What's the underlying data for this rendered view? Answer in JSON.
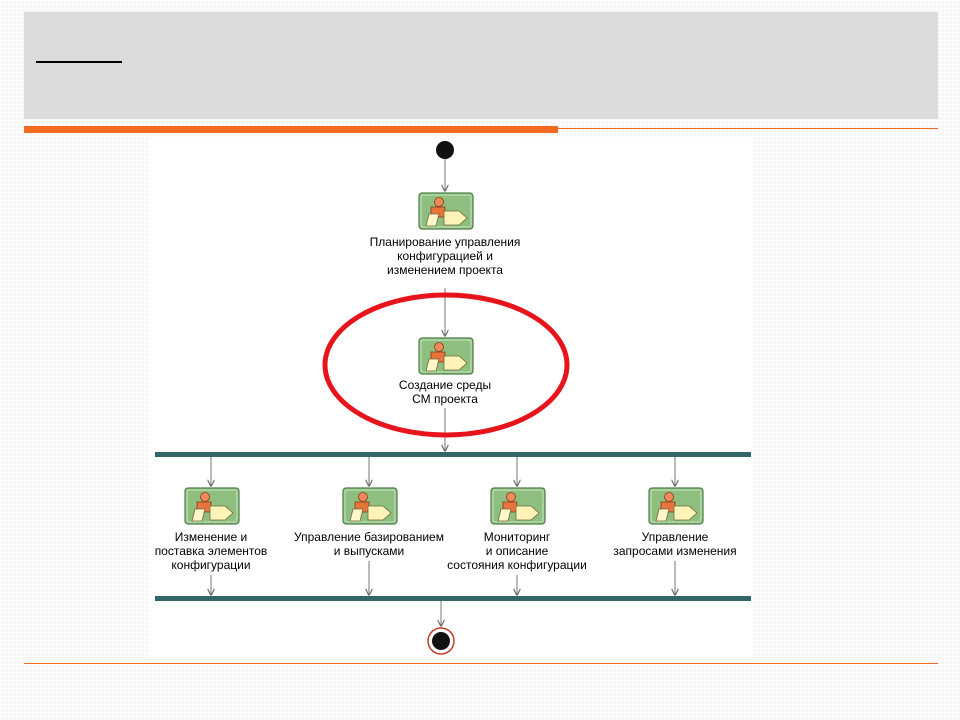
{
  "slide": {
    "title": "",
    "colors": {
      "accent": "#f26b21",
      "title_bar": "#dcdcdc",
      "bar": "#336666",
      "highlight_ellipse": "#e8141c",
      "activity_icon_bg": "#8fbf7f"
    }
  },
  "diagram": {
    "start_icon": "initial-node-icon",
    "end_icon": "final-node-icon",
    "activity_icon": "activity-icon",
    "activities": [
      {
        "id": "plan",
        "lines": [
          "Планирование управления",
          "конфигурацией и",
          "изменением проекта"
        ]
      },
      {
        "id": "env",
        "highlighted": true,
        "lines": [
          "Создание среды",
          "СМ проекта"
        ]
      },
      {
        "id": "change",
        "lines": [
          "Изменение и",
          "поставка элементов",
          "конфигурации"
        ]
      },
      {
        "id": "baseline",
        "lines": [
          "Управление базированием",
          "и выпусками"
        ]
      },
      {
        "id": "monitor",
        "lines": [
          "Мониторинг",
          "и описание",
          "состояния конфигурации"
        ]
      },
      {
        "id": "requests",
        "lines": [
          "Управление",
          "запросами изменения"
        ]
      }
    ]
  }
}
